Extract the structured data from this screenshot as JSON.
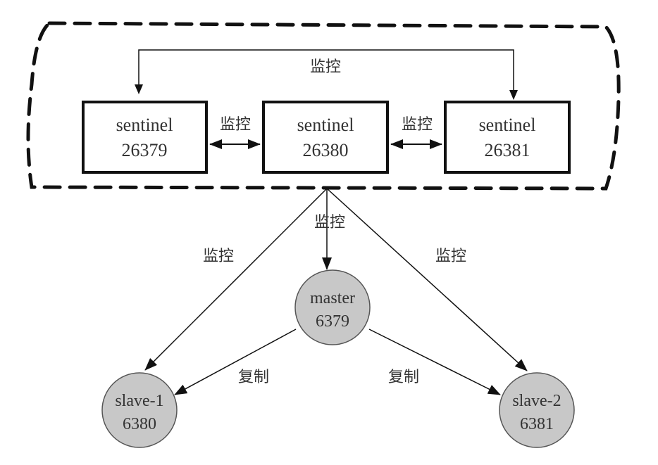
{
  "sentinels": [
    {
      "name": "sentinel",
      "port": "26379"
    },
    {
      "name": "sentinel",
      "port": "26380"
    },
    {
      "name": "sentinel",
      "port": "26381"
    }
  ],
  "master": {
    "name": "master",
    "port": "6379"
  },
  "slaves": [
    {
      "name": "slave-1",
      "port": "6380"
    },
    {
      "name": "slave-2",
      "port": "6381"
    }
  ],
  "labels": {
    "monitor": "监控",
    "replicate": "复制"
  },
  "colors": {
    "line": "#111111",
    "node_fill": "#c8c8c8",
    "text": "#333333"
  }
}
